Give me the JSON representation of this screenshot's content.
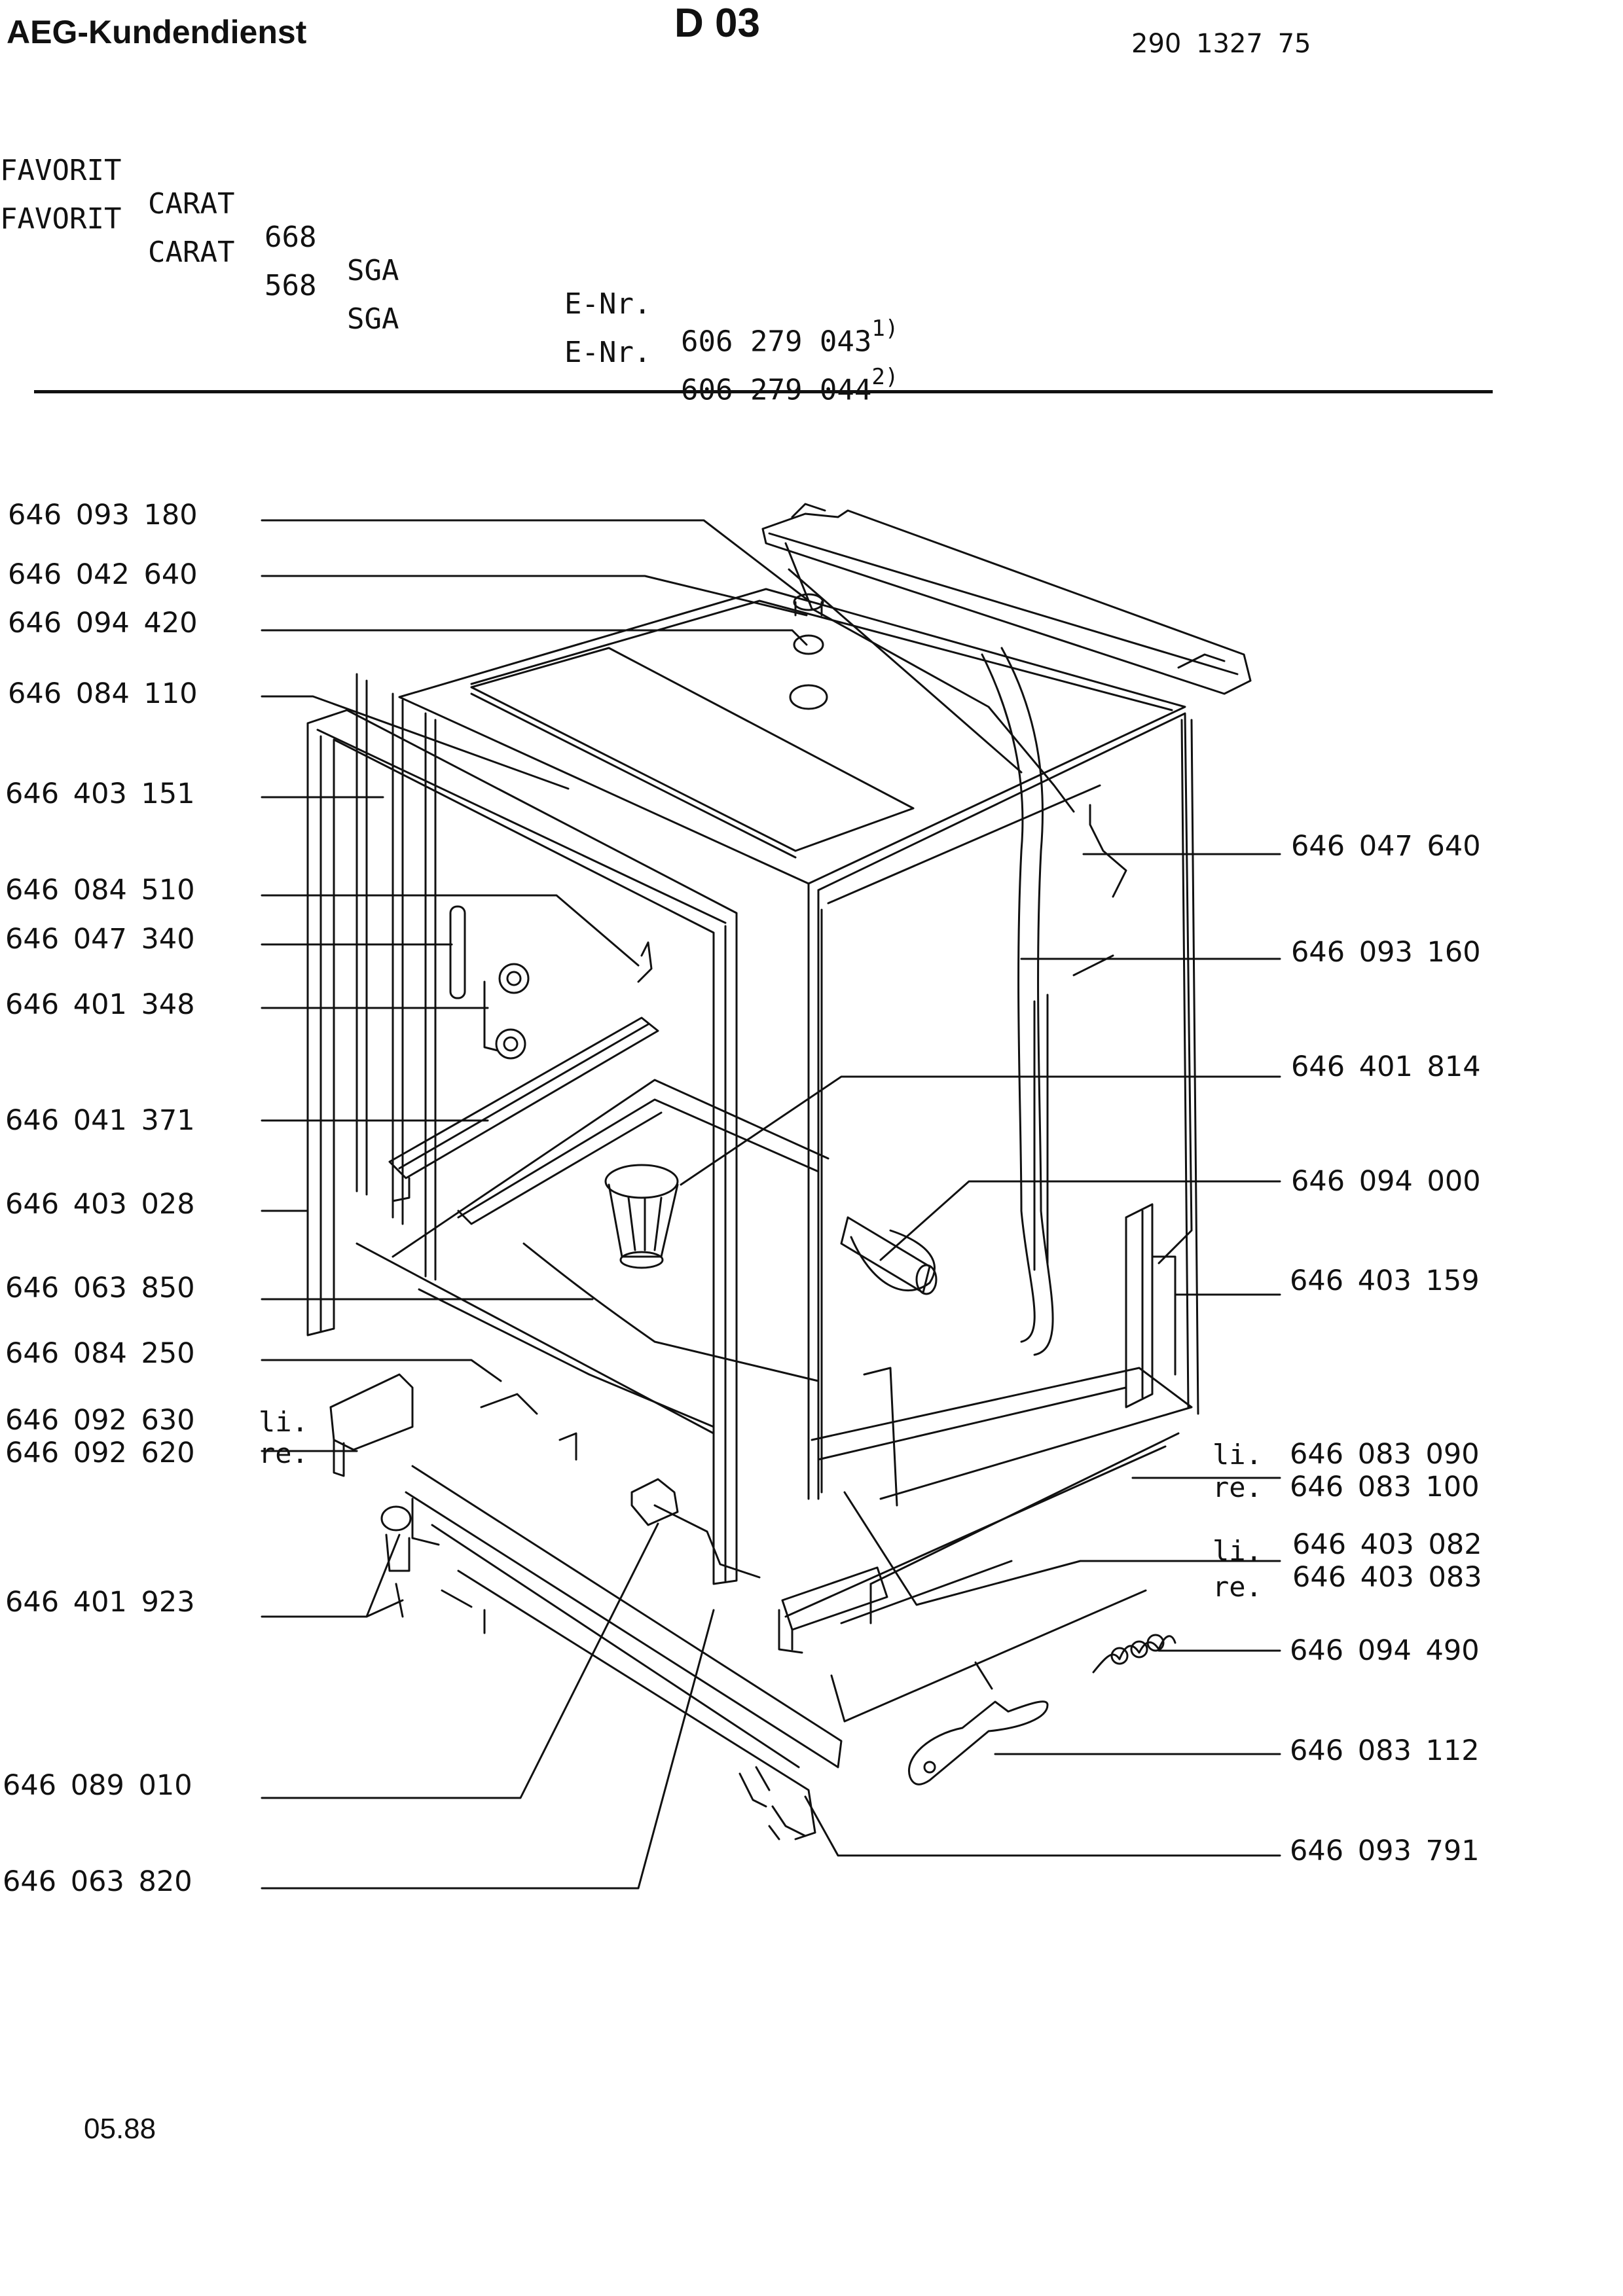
{
  "header": {
    "brand": "AEG-Kundendienst",
    "sheet": "D 03",
    "doc_number": "290 1327 75"
  },
  "models": [
    {
      "name": "FAVORIT",
      "line": "CARAT",
      "number": "668",
      "variant": "SGA",
      "enr_label": "E-Nr.",
      "enr": "606 279 043",
      "note": "1)"
    },
    {
      "name": "FAVORIT",
      "line": "CARAT",
      "number": "568",
      "variant": "SGA",
      "enr_label": "E-Nr.",
      "enr": "606 279 044",
      "note": "2)"
    }
  ],
  "parts_left": [
    "646 093 180",
    "646 042 640",
    "646 094 420",
    "646 084 110",
    "646 403 151",
    "646 084 510",
    "646 047 340",
    "646 401 348",
    "646 041 371",
    "646 403 028",
    "646 063 850",
    "646 084 250",
    "646 092 630",
    "646 092 620",
    "646 401 923",
    "646 089 010",
    "646 063 820"
  ],
  "parts_right": [
    "646 047 640",
    "646 093 160",
    "646 401 814",
    "646 094 000",
    "646 403 159",
    "646 083 090",
    "646 083 100",
    "646 403 082",
    "646 403 083",
    "646 094 490",
    "646 083 112",
    "646 093 791"
  ],
  "side_labels": {
    "left": "li.",
    "right": "re."
  },
  "footer": {
    "date": "05.88"
  }
}
